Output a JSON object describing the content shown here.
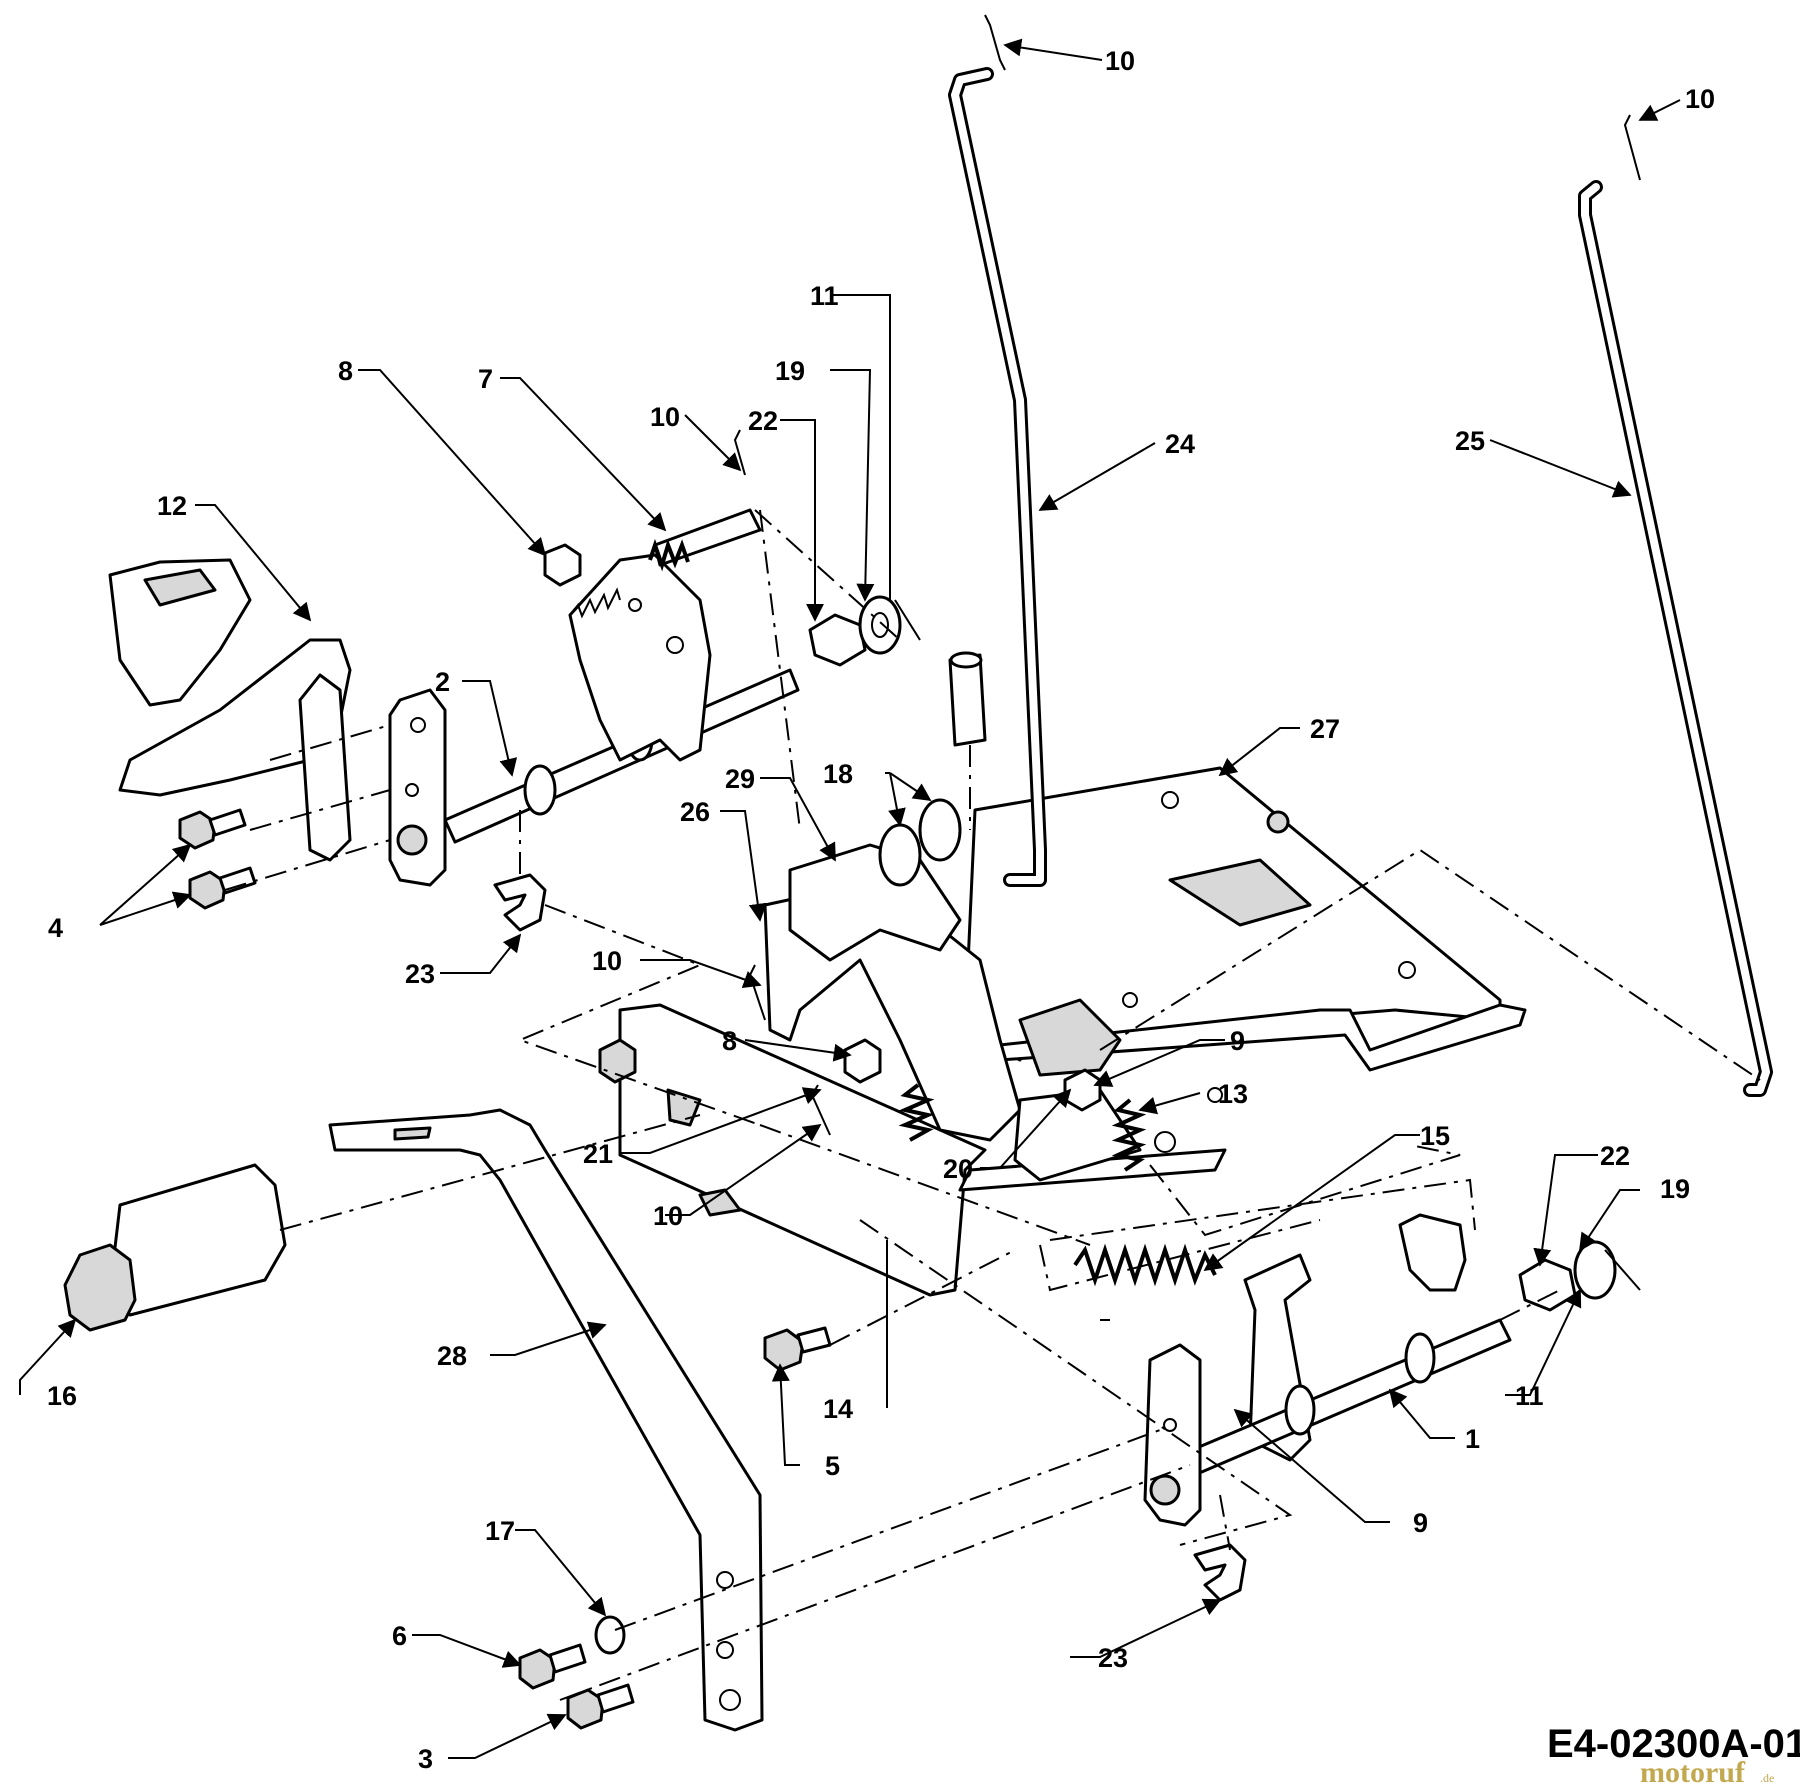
{
  "drawing_code": "E4-02300A-01",
  "watermark": {
    "brand": "motoruf",
    "suffix": ".de"
  },
  "callouts": [
    "10",
    "10",
    "11",
    "19",
    "22",
    "10",
    "8",
    "7",
    "12",
    "24",
    "25",
    "2",
    "27",
    "18",
    "29",
    "26",
    "4",
    "23",
    "10",
    "8",
    "9",
    "13",
    "21",
    "20",
    "10",
    "15",
    "22",
    "19",
    "16",
    "28",
    "14",
    "5",
    "11",
    "1",
    "9",
    "17",
    "6",
    "23",
    "3"
  ]
}
